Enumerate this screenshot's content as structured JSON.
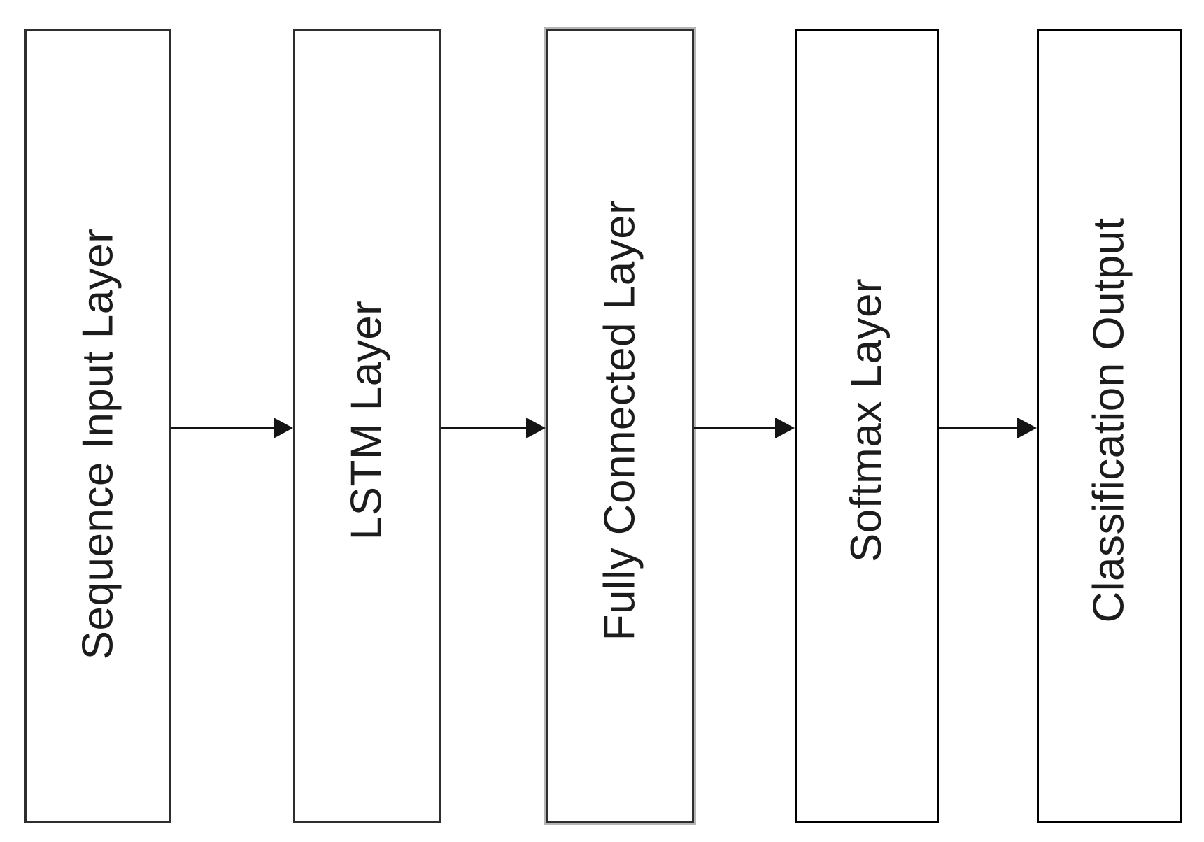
{
  "diagram": {
    "type": "flow-diagram",
    "orientation": "left-to-right",
    "layers": [
      {
        "label": "Sequence Input Layer"
      },
      {
        "label": "LSTM Layer"
      },
      {
        "label": "Fully Connected Layer"
      },
      {
        "label": "Softmax Layer"
      },
      {
        "label": "Classification Output"
      }
    ],
    "connections": [
      {
        "from": "Sequence Input Layer",
        "to": "LSTM Layer"
      },
      {
        "from": "LSTM Layer",
        "to": "Fully Connected Layer"
      },
      {
        "from": "Fully Connected Layer",
        "to": "Softmax Layer"
      },
      {
        "from": "Softmax Layer",
        "to": "Classification Output"
      }
    ],
    "colors": {
      "background": "#ffffff",
      "box_fill": "#ffffff",
      "box_border": "#2e2e2e",
      "box3_shadow": "#b5b5b5",
      "text": "#1c1c1c",
      "arrow": "#141414"
    }
  }
}
